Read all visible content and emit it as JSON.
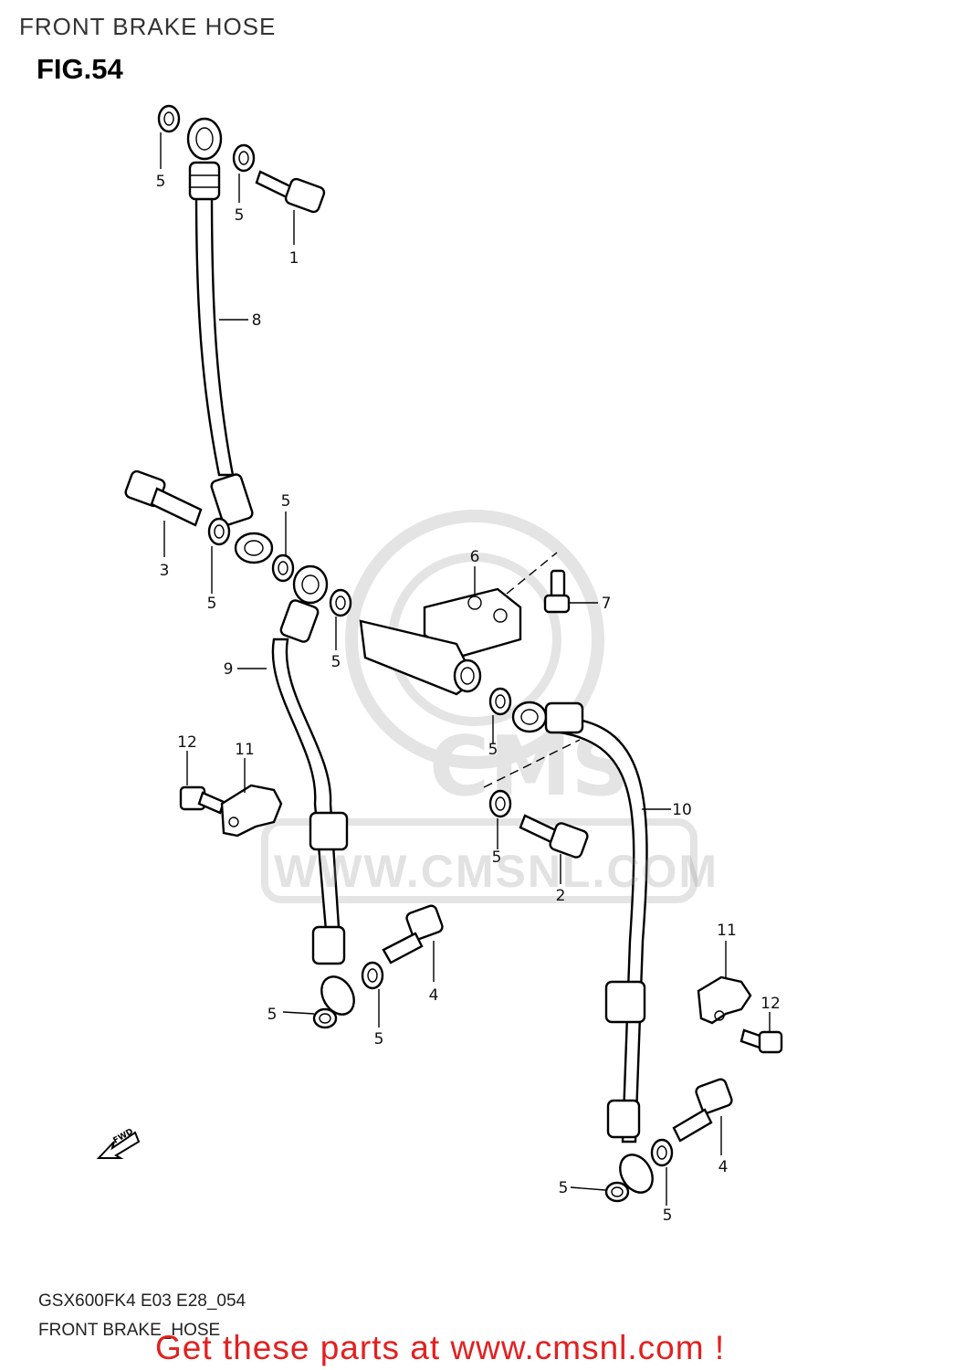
{
  "header": {
    "title": "FRONT BRAKE HOSE"
  },
  "figure": {
    "label": "FIG.54"
  },
  "watermark": {
    "text": "WWW.CMSNL.COM",
    "logo_text": "CMS"
  },
  "callouts": [
    "1",
    "2",
    "3",
    "4",
    "4",
    "5",
    "5",
    "5",
    "5",
    "5",
    "5",
    "5",
    "5",
    "5",
    "5",
    "6",
    "7",
    "8",
    "9",
    "10",
    "11",
    "11",
    "12",
    "12"
  ],
  "fwd_label": "FWD",
  "footer": {
    "ref_code": "GSX600FK4 E03 E28_054",
    "title": "FRONT BRAKE_HOSE",
    "cta": "Get these parts at www.cmsnl.com !"
  },
  "colors": {
    "cta": "#e32020",
    "line": "#000000",
    "watermark": "#9a9a9a"
  }
}
